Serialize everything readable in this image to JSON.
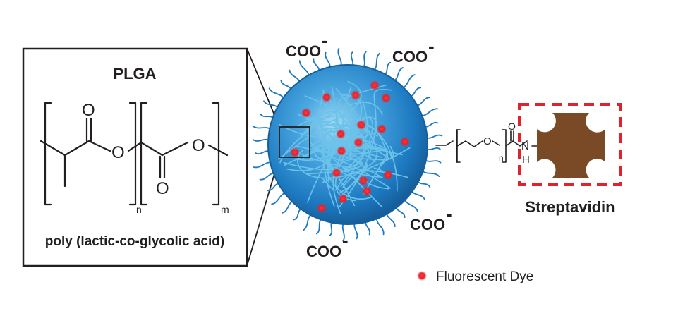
{
  "plga_box": {
    "title": "PLGA",
    "caption": "poly (lactic-co-glycolic acid)",
    "atom_o": "O",
    "sub_n": "n",
    "sub_m": "m"
  },
  "surface_labels": {
    "coo_1": "COO",
    "coo_2": "COO",
    "coo_3": "COO",
    "coo_4": "COO",
    "charge": "-"
  },
  "linker": {
    "atom_o": "O",
    "atom_n": "N",
    "atom_h": "H",
    "sub_n": "n"
  },
  "streptavidin": {
    "label": "Streptavidin"
  },
  "legend": {
    "dye_label": "Fluorescent Dye"
  },
  "colors": {
    "sphere_edge": "#1565a8",
    "sphere_center": "#8fd0f5",
    "fiber": "#6cc3ea",
    "dye": "#e8202a",
    "streptavidin": "#7a4a27",
    "dash_box": "#e0222b",
    "ink": "#231f20"
  }
}
